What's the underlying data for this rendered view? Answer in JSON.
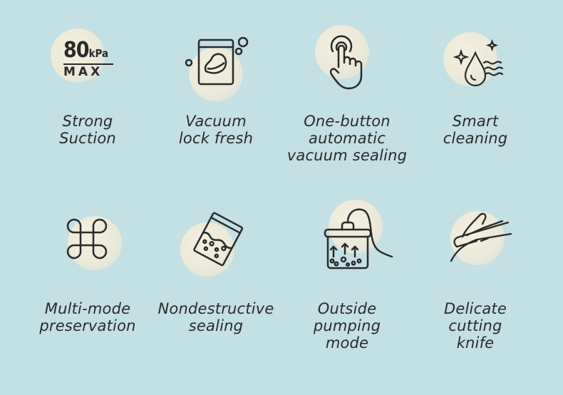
{
  "features": [
    {
      "label_lines": [
        "Strong",
        "Suction"
      ],
      "icon": "80kpa-max-icon",
      "badge": {
        "value": "80",
        "unit": "kPa",
        "sub": "MAX"
      }
    },
    {
      "label_lines": [
        "Vacuum",
        "lock fresh"
      ],
      "icon": "vacuum-bag-meat-icon"
    },
    {
      "label_lines": [
        "One-button",
        "automatic",
        "vacuum sealing"
      ],
      "icon": "finger-press-icon"
    },
    {
      "label_lines": [
        "Smart",
        "cleaning"
      ],
      "icon": "water-drop-sparkle-icon"
    },
    {
      "label_lines": [
        "Multi-mode",
        "preservation"
      ],
      "icon": "command-key-icon"
    },
    {
      "label_lines": [
        "Nondestructive",
        "sealing"
      ],
      "icon": "sealed-bag-icon"
    },
    {
      "label_lines": [
        "Outside",
        "pumping",
        "mode"
      ],
      "icon": "canister-pump-icon"
    },
    {
      "label_lines": [
        "Delicate",
        "cutting",
        "knife"
      ],
      "icon": "cutter-knife-icon"
    }
  ],
  "colors": {
    "background": "#c3e0e4",
    "accent_circle": "#f0eddc",
    "ink": "#2a2a2a"
  }
}
